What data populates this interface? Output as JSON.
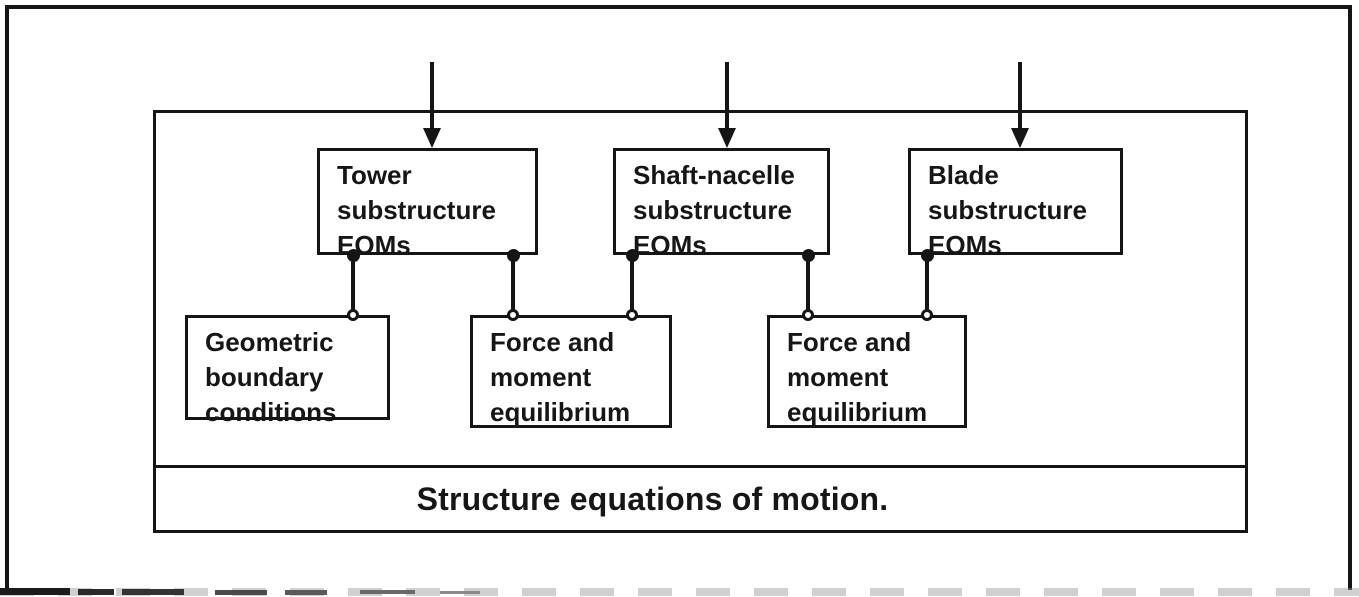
{
  "figure": {
    "caption_band": "Structure equations of motion.",
    "top_row": [
      {
        "lines": [
          "Tower",
          "substructure",
          "EOMs"
        ]
      },
      {
        "lines": [
          "Shaft-nacelle",
          "substructure",
          "EOMs"
        ]
      },
      {
        "lines": [
          "Blade",
          "substructure",
          "EOMs"
        ]
      }
    ],
    "bottom_row": [
      {
        "lines": [
          "Geometric",
          "boundary",
          "conditions"
        ]
      },
      {
        "lines": [
          "Force and",
          "moment",
          "equilibrium"
        ]
      },
      {
        "lines": [
          "Force and",
          "moment",
          "equilibrium"
        ]
      }
    ],
    "colors": {
      "ink": "#161616",
      "paper": "#ffffff"
    }
  }
}
